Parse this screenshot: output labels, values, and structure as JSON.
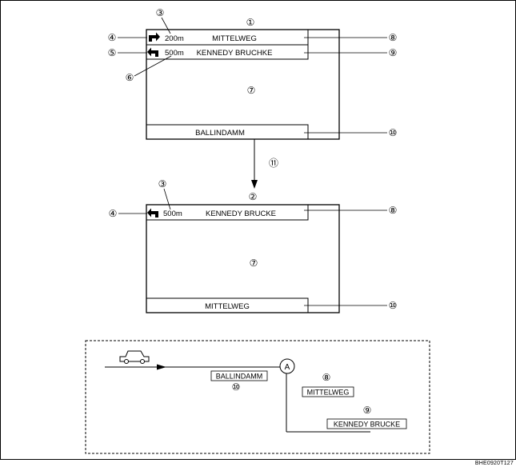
{
  "screen_before": {
    "callout": "①",
    "row1": {
      "distance": "200m",
      "street": "MITTELWEG",
      "arrow": "right-turn-arrow-icon"
    },
    "row2": {
      "distance": "500m",
      "street": "KENNEDY BRUCHKE",
      "arrow": "left-turn-arrow-icon"
    },
    "map_callout": "⑦",
    "current_street": "BALLINDAMM"
  },
  "transition_callout": "⑪",
  "screen_after": {
    "callout": "②",
    "row1": {
      "distance": "500m",
      "street": "KENNEDY BRUCKE",
      "arrow": "left-turn-arrow-icon"
    },
    "map_callout": "⑦",
    "current_street": "MITTELWEG"
  },
  "callouts": {
    "c3": "③",
    "c4": "④",
    "c5": "⑤",
    "c6": "⑥",
    "c8": "⑧",
    "c9": "⑨",
    "c10": "⑩"
  },
  "route_map": {
    "vehicle": "car-icon",
    "intersection_marker": "A",
    "road1": {
      "name": "BALLINDAMM",
      "callout": "⑩"
    },
    "road2": {
      "name": "MITTELWEG",
      "callout": "⑧"
    },
    "road3": {
      "name": "KENNEDY BRUCKE",
      "callout": "⑨"
    }
  },
  "figure_code": "BHE0920T127"
}
